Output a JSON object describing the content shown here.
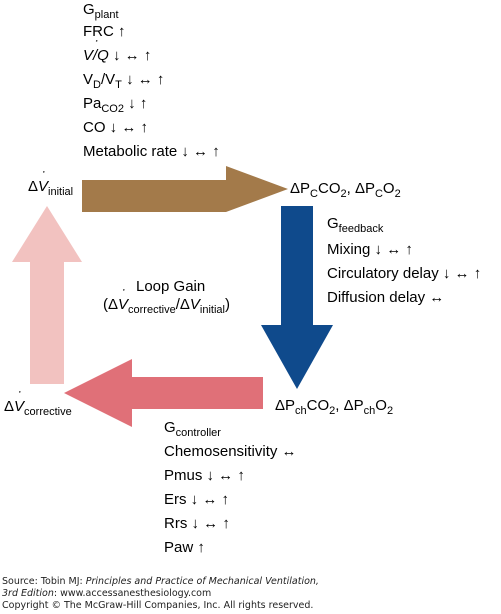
{
  "plant_block": {
    "title_main": "G",
    "title_sub": "plant",
    "rows": [
      {
        "id": "frc",
        "label": "FRC",
        "symbols": "↑"
      },
      {
        "id": "vq",
        "label": "V/Q",
        "symbols": "↓ ↔ ↑"
      },
      {
        "id": "vdvt",
        "label_a": "V",
        "sub_a": "D",
        "label_b": "/V",
        "sub_b": "T",
        "symbols": "↓ ↔ ↑"
      },
      {
        "id": "paco2",
        "label": "Pa",
        "sub": "CO2",
        "symbols": "↓ ↑"
      },
      {
        "id": "co",
        "label": "CO",
        "symbols": "↓ ↔ ↑"
      },
      {
        "id": "metabolic",
        "label": "Metabolic rate",
        "symbols": "↓ ↔ ↑"
      }
    ]
  },
  "node_initial": {
    "prefix": "Δ",
    "symbol": "V",
    "sub": "initial"
  },
  "node_pc": {
    "text_a": "ΔP",
    "sub_a": "C",
    "text_b": "CO",
    "sub_b": "2",
    "text_c": ", ΔP",
    "sub_c": "C",
    "text_d": "O",
    "sub_d": "2"
  },
  "feedback_block": {
    "title_main": "G",
    "title_sub": "feedback",
    "rows": [
      {
        "id": "mixing",
        "label": "Mixing",
        "symbols": "↓ ↔ ↑"
      },
      {
        "id": "circulatory",
        "label": "Circulatory delay",
        "symbols": "↓ ↔ ↑"
      },
      {
        "id": "diffusion",
        "label": "Diffusion delay",
        "symbols": "↔"
      }
    ]
  },
  "loop_gain": {
    "title": "Loop Gain",
    "open": "(Δ",
    "num_sub": "corrective",
    "slash": "/Δ",
    "den_sub": "initial",
    "close": ")"
  },
  "node_pch": {
    "text_a": "ΔP",
    "sub_a": "ch",
    "text_b": "CO",
    "sub_b": "2",
    "text_c": ", ΔP",
    "sub_c": "ch",
    "text_d": "O",
    "sub_d": "2"
  },
  "node_corrective": {
    "prefix": "Δ",
    "symbol": "V",
    "sub": "corrective"
  },
  "controller_block": {
    "title_main": "G",
    "title_sub": "controller",
    "rows": [
      {
        "id": "chemosensitivity",
        "label": "Chemosensitivity",
        "symbols": "↔"
      },
      {
        "id": "pmus",
        "label": "Pmus",
        "symbols": "↓ ↔ ↑"
      },
      {
        "id": "ers",
        "label": "Ers",
        "symbols": "↓ ↔ ↑"
      },
      {
        "id": "rrs",
        "label": "Rrs",
        "symbols": "↓ ↔ ↑"
      },
      {
        "id": "paw",
        "label": "Paw",
        "symbols": "↑"
      }
    ]
  },
  "arrow_colors": {
    "plant": "#a37a4a",
    "feedback": "#0f4a8c",
    "controller": "#e07078",
    "corrective": "#f2c2c0"
  },
  "caption": {
    "source_prefix": "Source: Tobin MJ: ",
    "source_title": "Principles and Practice of Mechanical Ventilation,",
    "edition": "3rd Edition",
    "url": ": www.accessanesthesiology.com",
    "copyright": "Copyright © The McGraw-Hill Companies, Inc. All rights reserved."
  }
}
